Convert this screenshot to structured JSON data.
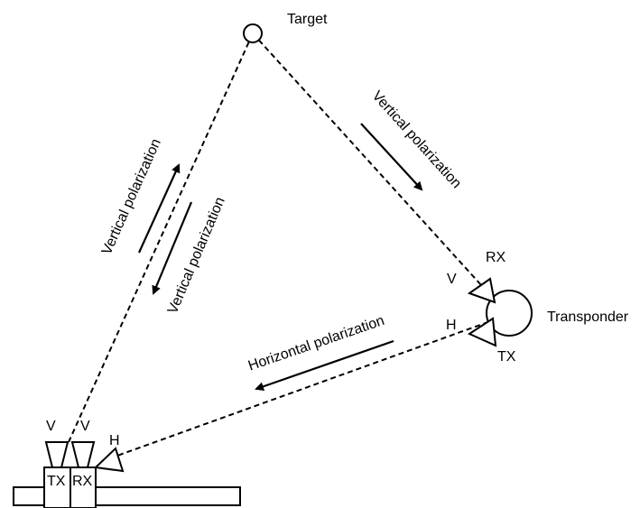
{
  "labels": {
    "target": "Target",
    "transponder": "Transponder",
    "rx": "RX",
    "tx": "TX",
    "v": "V",
    "h": "H"
  },
  "polarizations": {
    "target_to_transponder": "Vertical polarization",
    "radar_to_target": "Vertical polarization",
    "target_to_radar": "Vertical polarization",
    "transponder_to_radar": "Horizontal polarization"
  },
  "colors": {
    "line": "#000000",
    "background": "#ffffff"
  }
}
